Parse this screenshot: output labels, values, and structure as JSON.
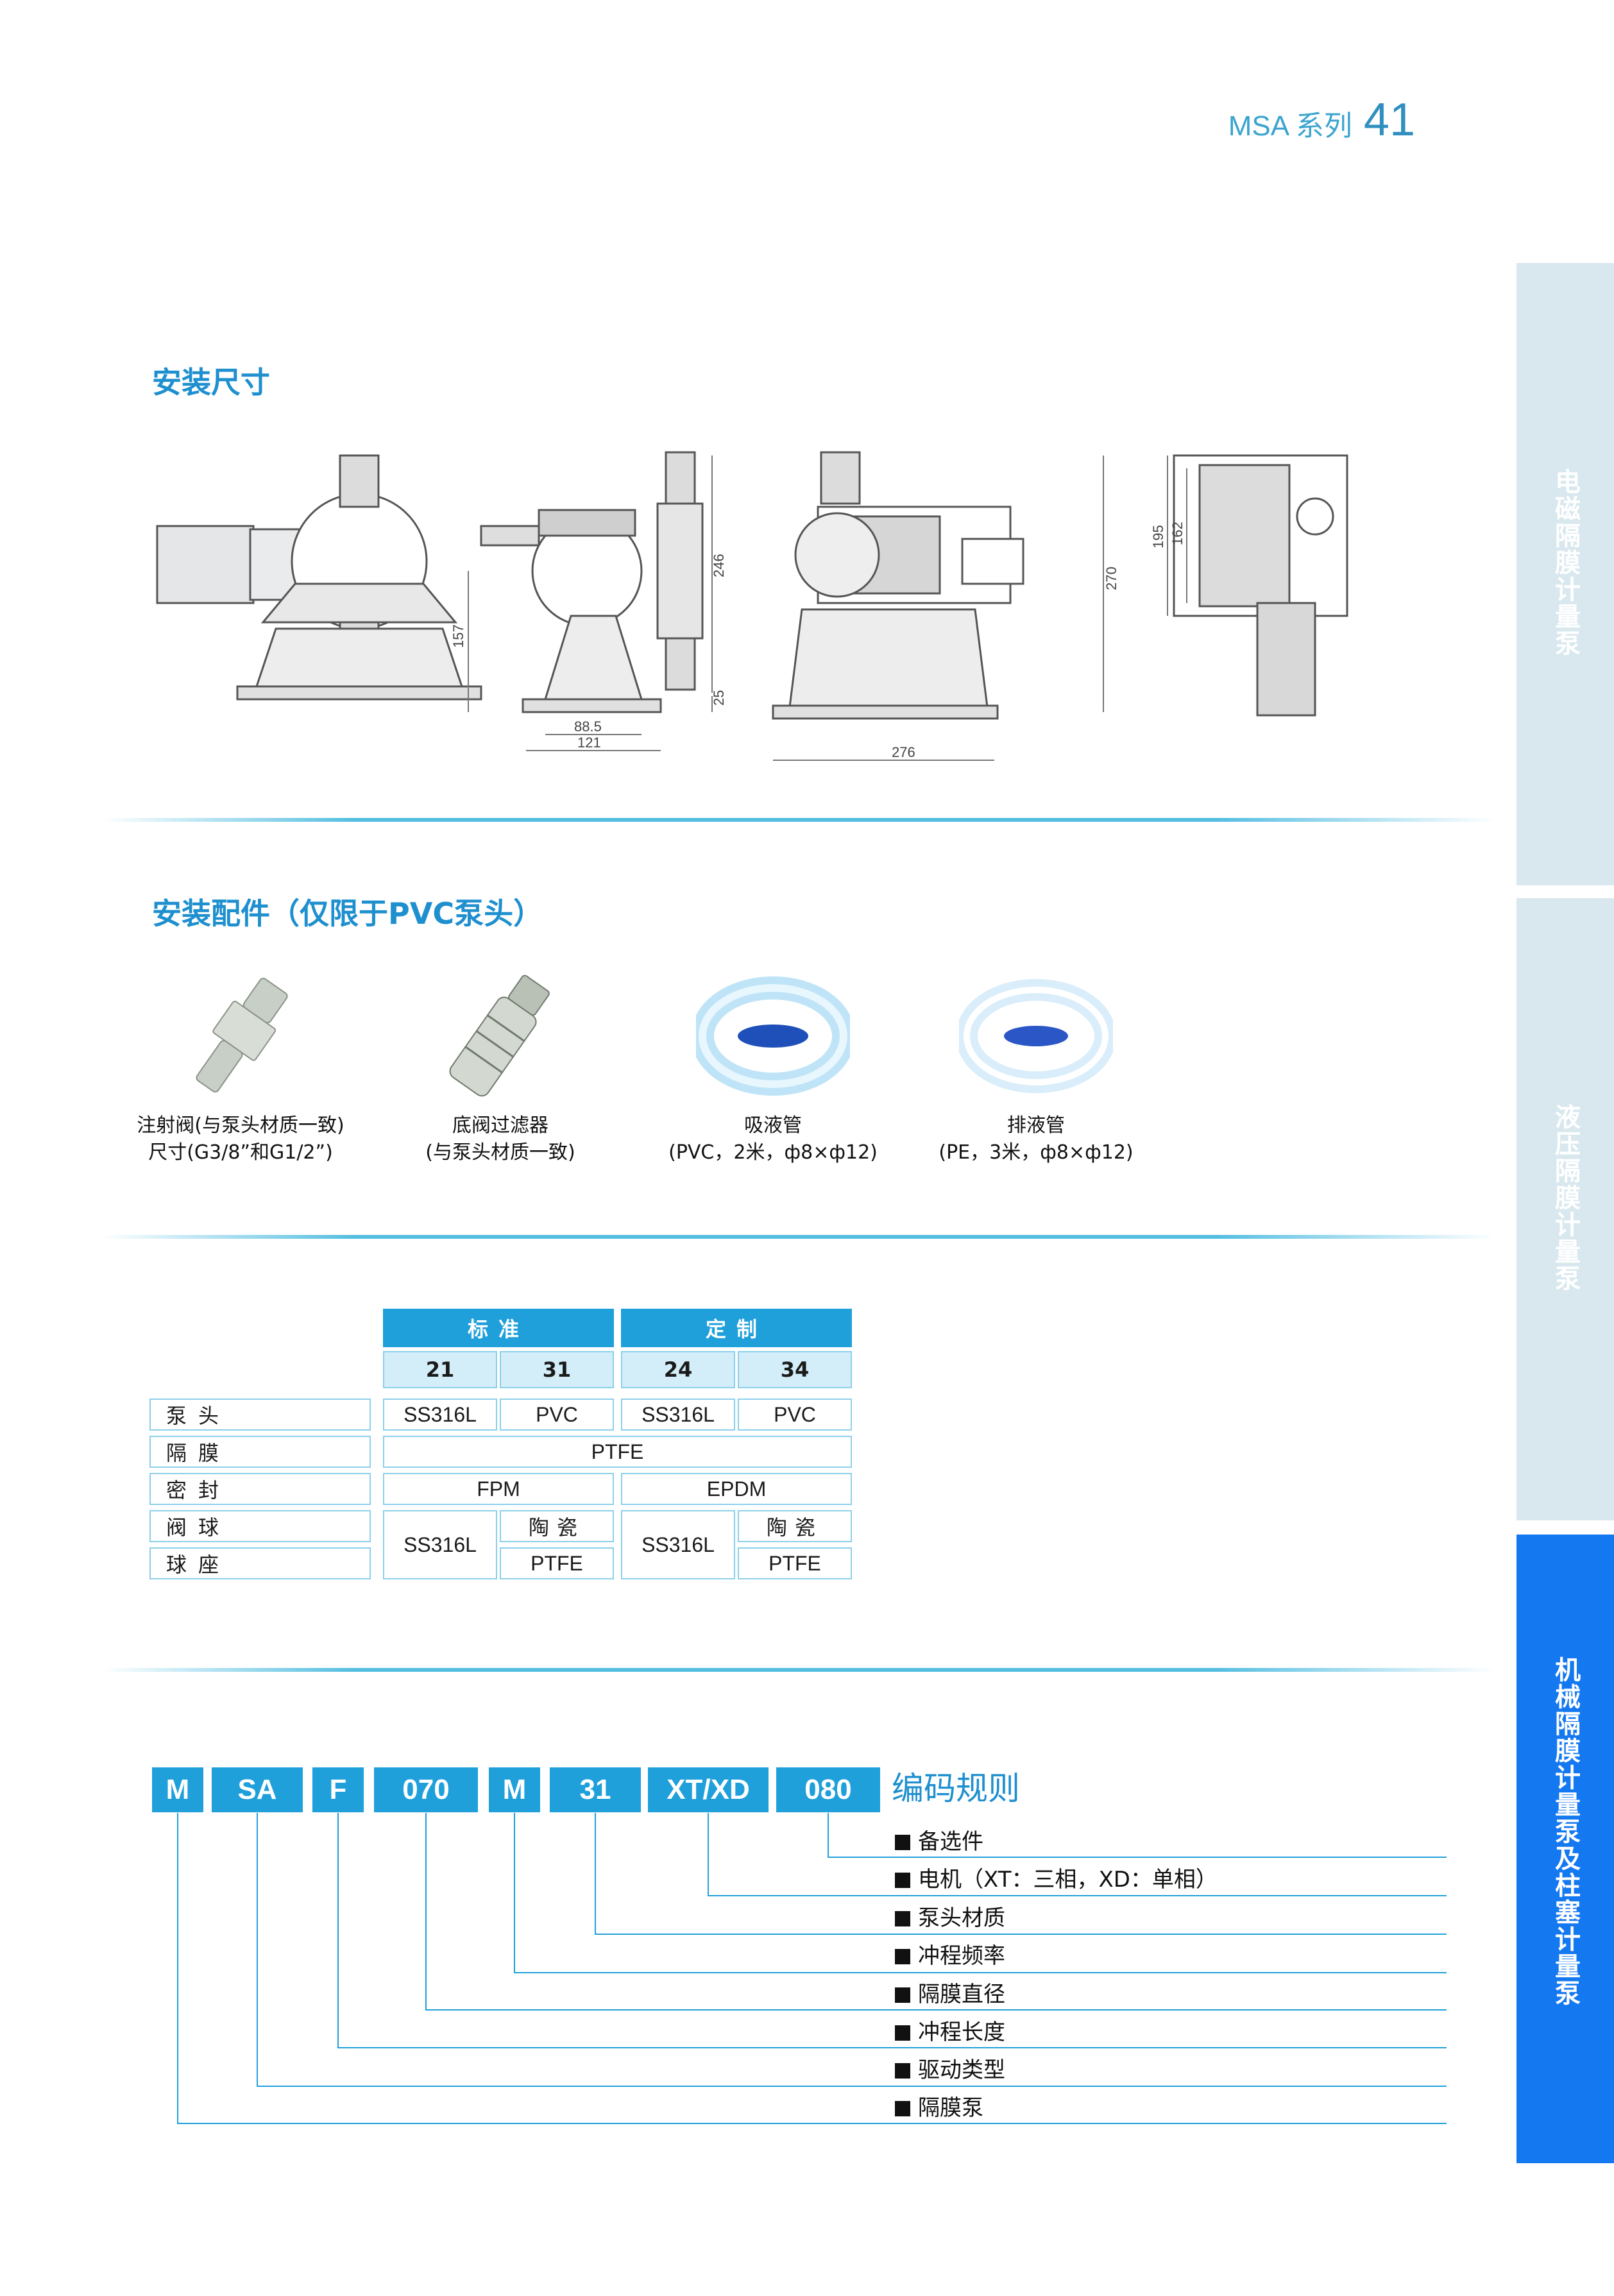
{
  "header": {
    "series": "MSA 系列",
    "page_number": "41"
  },
  "side_tabs": [
    "电磁隔膜计量泵",
    "液压隔膜计量泵",
    "机械隔膜计量泵及柱塞计量泵"
  ],
  "install_dimensions": {
    "title": "安装尺寸",
    "dims": [
      "157",
      "246",
      "25",
      "88.5",
      "121",
      "270",
      "276",
      "195",
      "162"
    ]
  },
  "accessories": {
    "title": "安装配件（仅限于PVC泵头）",
    "items": [
      {
        "line1": "注射阀(与泵头材质一致)",
        "line2": "尺寸(G3/8”和G1/2”)"
      },
      {
        "line1": "底阀过滤器",
        "line2": "(与泵头材质一致)"
      },
      {
        "line1": "吸液管",
        "line2": "(PVC，2米，ф8×ф12)"
      },
      {
        "line1": "排液管",
        "line2": "(PE，3米，ф8×ф12)"
      }
    ]
  },
  "materials": {
    "groups": [
      "标准",
      "定制"
    ],
    "codes": [
      "21",
      "31",
      "24",
      "34"
    ],
    "rows": [
      "泵头",
      "隔膜",
      "密封",
      "阀球",
      "球座"
    ],
    "pump_head": [
      "SS316L",
      "PVC",
      "SS316L",
      "PVC"
    ],
    "diaphragm": "PTFE",
    "seal": [
      "FPM",
      "EPDM"
    ],
    "ball_seat_steel": [
      "SS316L",
      "SS316L"
    ],
    "ceramic": [
      "陶瓷",
      "陶瓷"
    ],
    "seat": [
      "PTFE",
      "PTFE"
    ]
  },
  "coding": {
    "title": "编码规则",
    "codes": [
      "M",
      "SA",
      "F",
      "070",
      "M",
      "31",
      "XT/XD",
      "080"
    ],
    "items": [
      "备选件",
      "电机（XT：三相，XD：单相）",
      "泵头材质",
      "冲程频率",
      "隔膜直径",
      "冲程长度",
      "驱动类型",
      "隔膜泵"
    ]
  }
}
